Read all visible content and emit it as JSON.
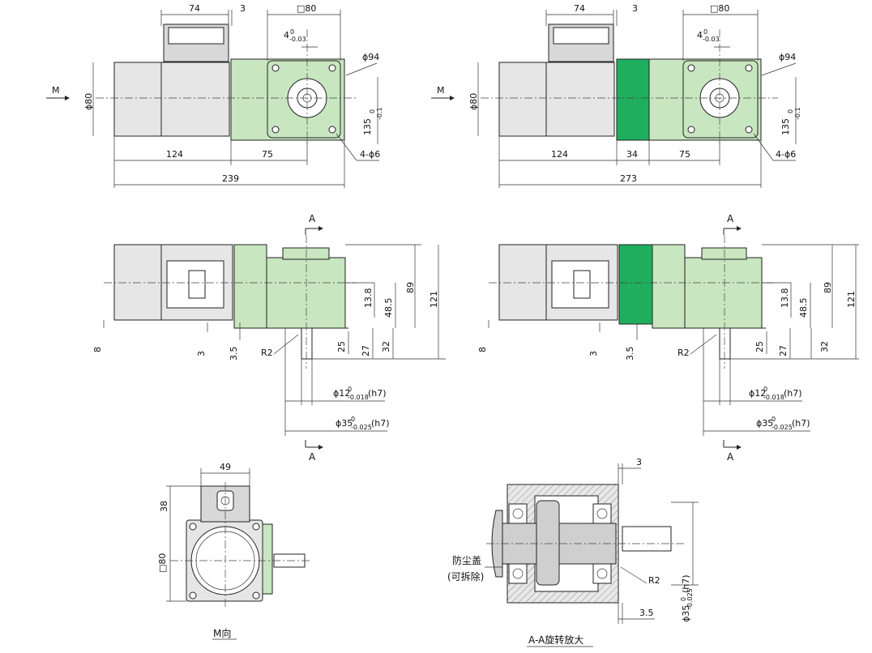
{
  "dims": {
    "v1_74": "74",
    "v1_3": "3",
    "v1_sq80": "□80",
    "v1_tol4": "4",
    "v1_phi94": "ϕ94",
    "v1_phi80": "ϕ80",
    "v1_M": "M",
    "v1_135": "135",
    "v1_124": "124",
    "v1_75": "75",
    "v1_4phi6": "4-ϕ6",
    "v1_239": "239",
    "v2_74": "74",
    "v2_3": "3",
    "v2_sq80": "□80",
    "v2_tol4": "4",
    "v2_phi94": "ϕ94",
    "v2_phi80": "ϕ80",
    "v2_M": "M",
    "v2_135": "135",
    "v2_124": "124",
    "v2_34": "34",
    "v2_75": "75",
    "v2_4phi6": "4-ϕ6",
    "v2_273": "273",
    "s1_A_top": "A",
    "s1_A_bot": "A",
    "s1_8": "8",
    "s1_3": "3",
    "s1_35": "3.5",
    "s1_R2": "R2",
    "s1_138": "13.8",
    "s1_485": "48.5",
    "s1_89": "89",
    "s1_121": "121",
    "s1_25": "25",
    "s1_27": "27",
    "s1_32": "32",
    "s1_phi12": "ϕ12",
    "s1_h7a": "(h7)",
    "s1_phi35": "ϕ35",
    "s1_h7b": "(h7)",
    "s2_A_top": "A",
    "s2_A_bot": "A",
    "s2_8": "8",
    "s2_3": "3",
    "s2_35": "3.5",
    "s2_R2": "R2",
    "s2_138": "13.8",
    "s2_485": "48.5",
    "s2_89": "89",
    "s2_121": "121",
    "s2_25": "25",
    "s2_27": "27",
    "s2_32": "32",
    "s2_phi12": "ϕ12",
    "s2_h7a": "(h7)",
    "s2_phi35": "ϕ35",
    "s2_h7b": "(h7)",
    "m_49": "49",
    "m_38": "38",
    "m_sq80": "□80",
    "m_caption": "M向",
    "aa_3": "3",
    "aa_dust1": "防尘盖",
    "aa_dust2": "(可拆除)",
    "aa_R2": "R2",
    "aa_35": "3.5",
    "aa_phi35": "ϕ35",
    "aa_h7": "(h7)",
    "aa_caption": "A-A旋转放大"
  },
  "tolerances": {
    "t4_up": "0",
    "t4_lo": "-0.03",
    "t135_up": "0",
    "t135_lo": "-0.1",
    "t12_up": "0",
    "t12_lo": "-0.018",
    "t35_up": "0",
    "t35_lo": "-0.025"
  },
  "colors": {
    "housing_light_green": "#c8e6c0",
    "spacer_green": "#1fae5e",
    "motor_grey": "#e6e6e6"
  }
}
